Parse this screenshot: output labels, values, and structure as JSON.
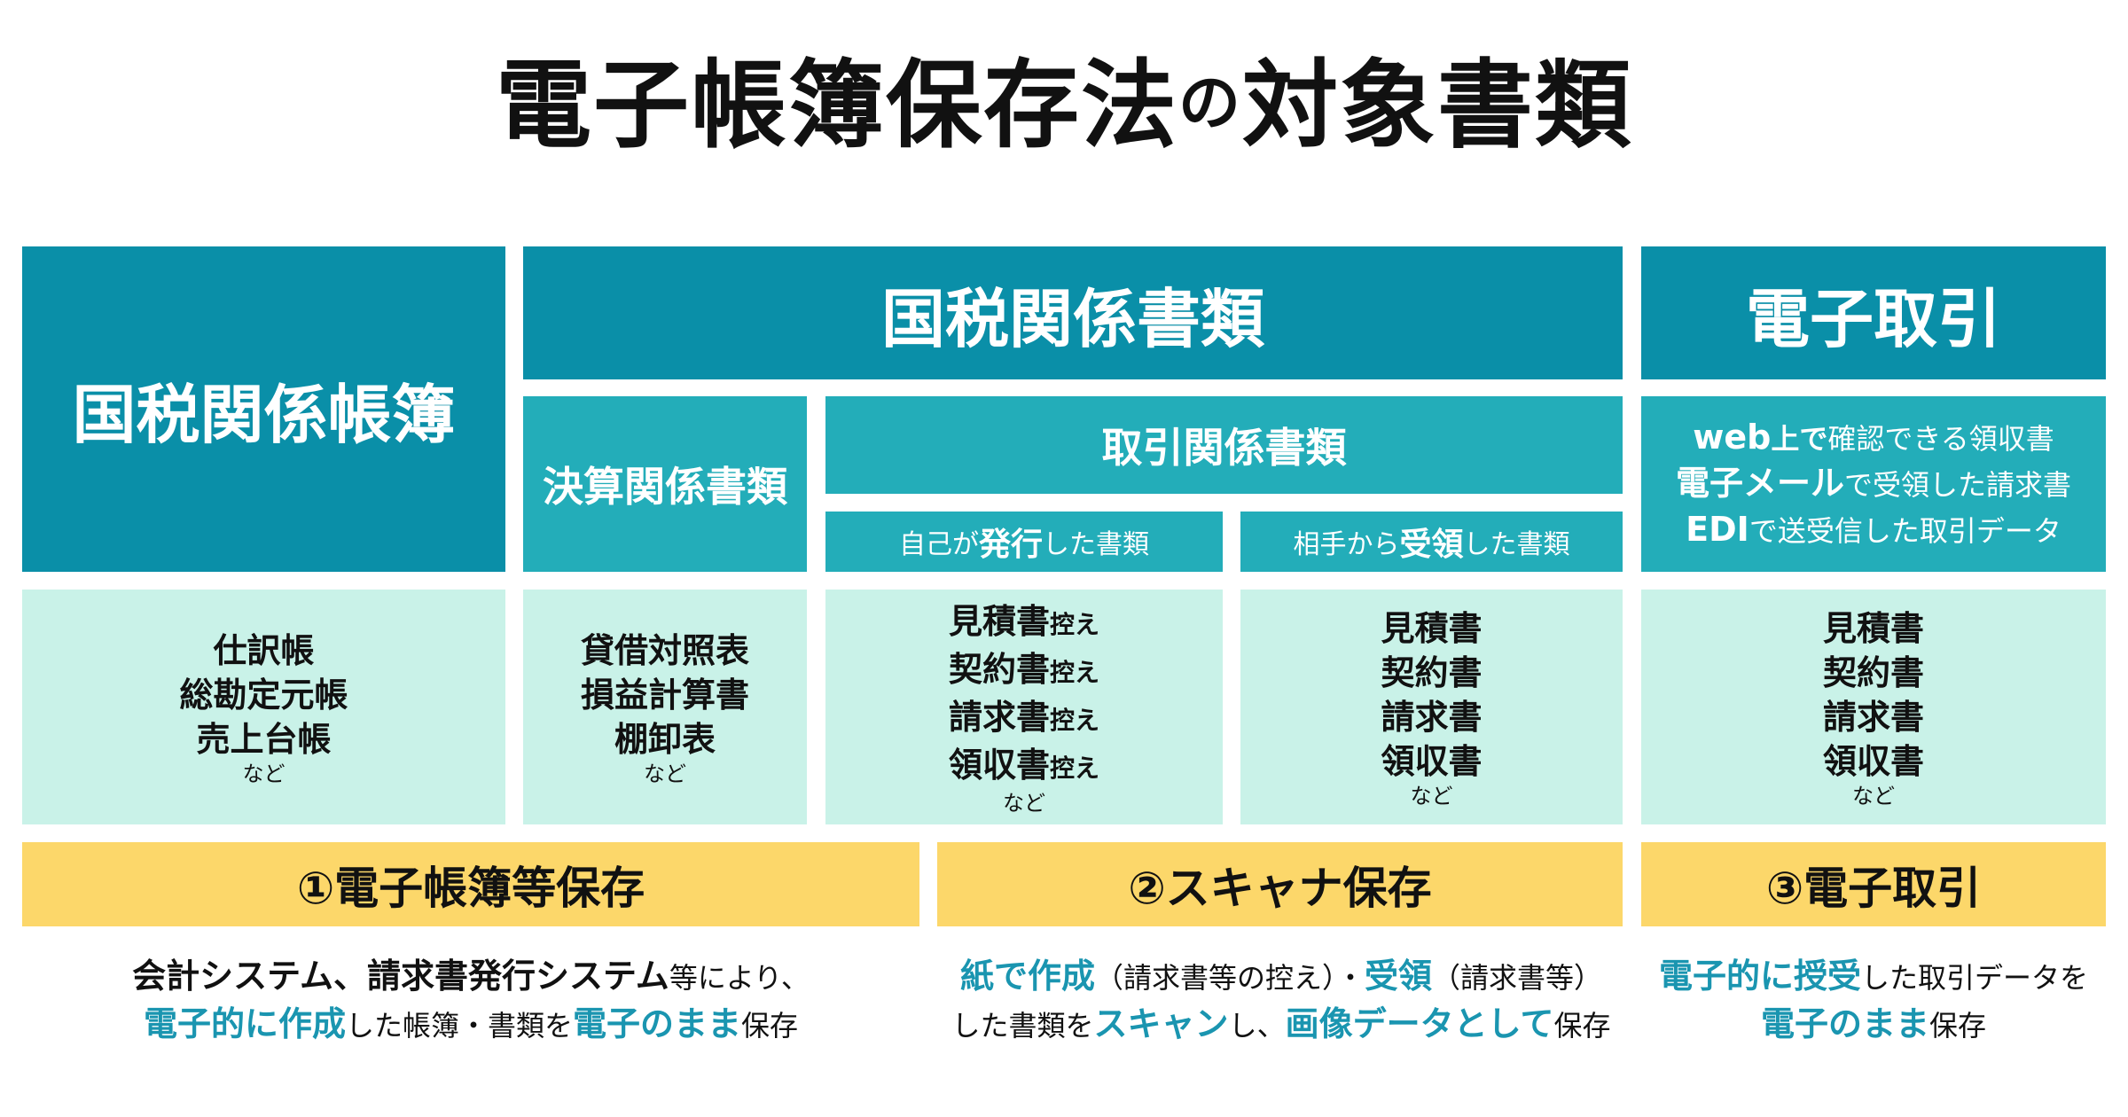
{
  "title": {
    "main": "電子帳簿保存法",
    "particle": "の",
    "tail": "対象書類"
  },
  "categories": {
    "books": "国税関係帳簿",
    "documents": "国税関係書類",
    "edi": "電子取引"
  },
  "sub": {
    "settlement": "決算関係書類",
    "transaction": "取引関係書類",
    "issued": {
      "pre": "自己が",
      "bold": "発行",
      "post": "した書類"
    },
    "received": {
      "pre": "相手から",
      "bold": "受領",
      "post": "した書類"
    }
  },
  "edi_lines": [
    {
      "bold": "web",
      "bold2": "上で",
      "rest": "確認できる領収書"
    },
    {
      "bold": "電子メール",
      "rest": "で受領した請求書"
    },
    {
      "bold": "EDI",
      "rest": "で送受信した取引データ"
    }
  ],
  "lists": {
    "books": [
      "仕訳帳",
      "総勘定元帳",
      "売上台帳"
    ],
    "settlement": [
      "貸借対照表",
      "損益計算書",
      "棚卸表"
    ],
    "issued": [
      {
        "name": "見積書",
        "suffix": "控え"
      },
      {
        "name": "契約書",
        "suffix": "控え"
      },
      {
        "name": "請求書",
        "suffix": "控え"
      },
      {
        "name": "領収書",
        "suffix": "控え"
      }
    ],
    "received": [
      "見積書",
      "契約書",
      "請求書",
      "領収書"
    ],
    "edi": [
      "見積書",
      "契約書",
      "請求書",
      "領収書"
    ],
    "etc": "など"
  },
  "methods": {
    "m1": "①電子帳簿等保存",
    "m2": "②スキャナ保存",
    "m3": "③電子取引"
  },
  "desc1": {
    "l1_bold": "会計システム、請求書発行システム",
    "l1_rest": "等により、",
    "l2_blue1": "電子的に作成",
    "l2_mid": "した帳簿・書類を",
    "l2_blue2": "電子のまま",
    "l2_end": "保存"
  },
  "desc2": {
    "l1_blue1": "紙で作成",
    "l1_paren1": "（請求書等の控え）・",
    "l1_blue2": "受領",
    "l1_paren2": "（請求書等）",
    "l2_pre": "した書類を",
    "l2_blue1": "スキャン",
    "l2_mid": "し、",
    "l2_blue2": "画像データとして",
    "l2_end": "保存"
  },
  "desc3": {
    "l1_blue": "電子的に授受",
    "l1_rest": "した取引データを",
    "l2_blue": "電子のまま",
    "l2_end": "保存"
  },
  "colors": {
    "dark": "#0a8fa8",
    "mid": "#23adb9",
    "light": "#c9f2e8",
    "yellow": "#fcd76a",
    "accent_text": "#1a95b0"
  }
}
